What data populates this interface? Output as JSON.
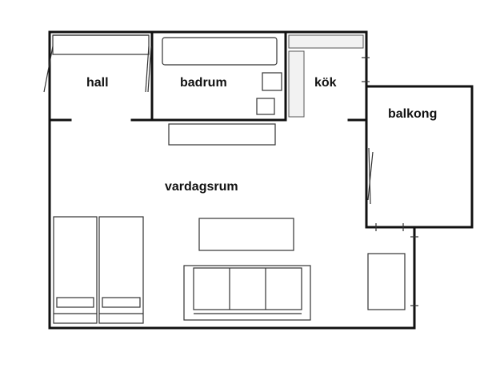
{
  "rooms": {
    "hall": "hall",
    "badrum": "badrum",
    "kok": "kök",
    "balkong": "balkong",
    "vardagsrum": "vardagsrum"
  },
  "colors": {
    "wall": "#111111",
    "furniture": "#333333",
    "background": "#ffffff"
  }
}
